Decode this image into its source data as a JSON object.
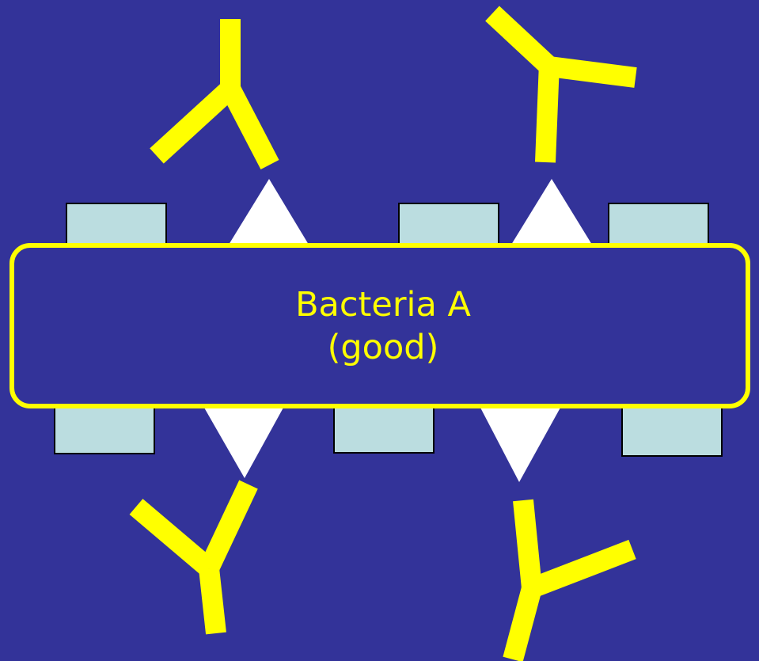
{
  "colors": {
    "background": "#333399",
    "antibody": "#ffff00",
    "receptor_box": "#bbdde0",
    "antigen": "#ffffff",
    "label_text": "#ffff00",
    "label_border": "#ffff00"
  },
  "cell": {
    "label_line1": "Bacteria A",
    "label_line2": "(good)"
  },
  "elements": {
    "antibodies": 4,
    "antigens": 4,
    "surface_proteins": 6
  }
}
